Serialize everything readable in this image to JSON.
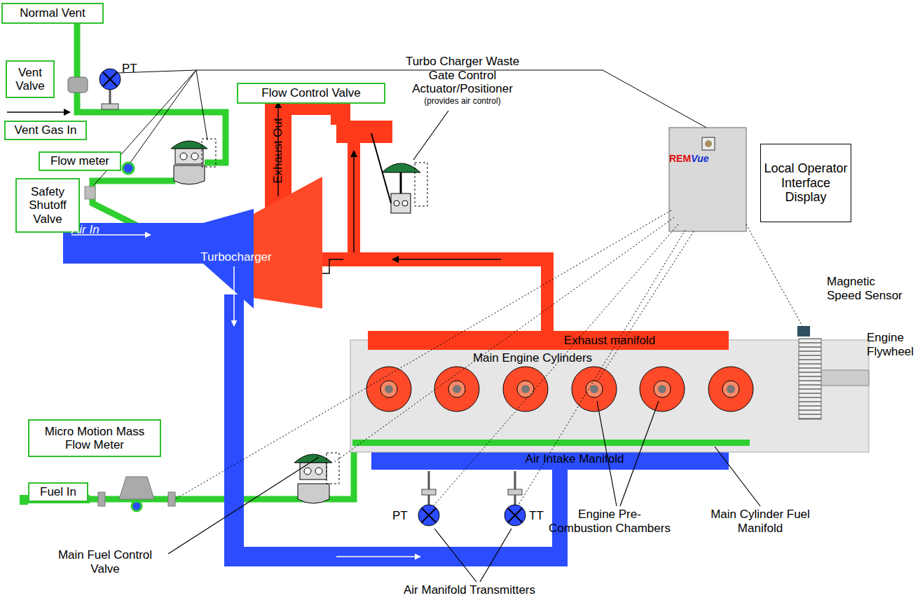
{
  "diagram": {
    "nodes": [
      {
        "text": [
          "Normal Vent"
        ]
      },
      {
        "text": [
          "Vent Valve"
        ]
      },
      {
        "text": [
          "Vent Gas In"
        ]
      },
      {
        "text": [
          "Flow Control Valve"
        ]
      },
      {
        "text": [
          "Flow meter"
        ]
      },
      {
        "text": [
          "Safety Shutoff Valve"
        ]
      },
      {
        "text": [
          "Air In"
        ]
      },
      {
        "text": [
          "Turbocharger"
        ]
      },
      {
        "text": [
          "Exhaust Out"
        ]
      },
      {
        "text": [
          "REM",
          "Vue"
        ]
      },
      {
        "text": [
          "Local Operator Interface Display"
        ]
      },
      {
        "text": [
          "Exhaust manifold"
        ]
      },
      {
        "text": [
          "Main Engine Cylinders"
        ]
      },
      {
        "text": [
          "Micro Motion Mass Flow Meter"
        ]
      },
      {
        "text": [
          "Fuel In"
        ]
      },
      {
        "text": [
          "Air Intake Manifold"
        ]
      }
    ],
    "labels": [
      "PT",
      "Turbo Charger Waste Gate Control Actuator/Positioner",
      "(provides air control)",
      "Magnetic Speed Sensor",
      "Engine Flywheel",
      "PT",
      "TT",
      "Main Fuel Control Valve",
      "Air Manifold Transmitters",
      "Engine Pre-Combustion Chambers",
      "Main Cylinder Fuel Manifold"
    ]
  }
}
